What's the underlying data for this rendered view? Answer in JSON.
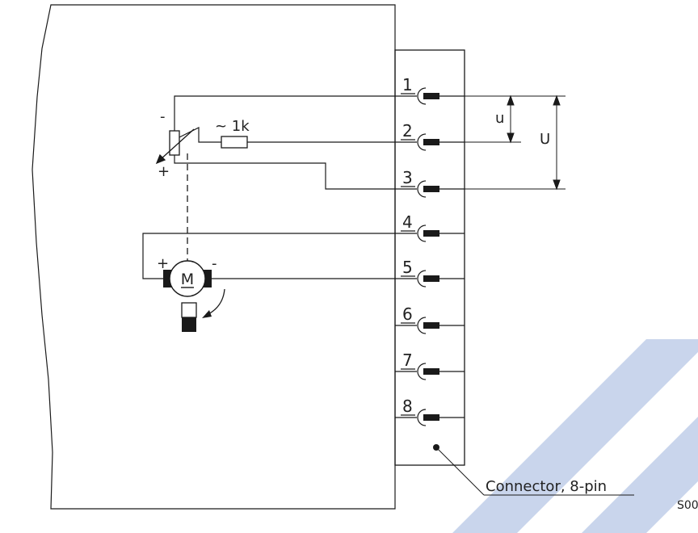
{
  "pins": [
    "1",
    "2",
    "3",
    "4",
    "5",
    "6",
    "7",
    "8"
  ],
  "labels": {
    "resistor": "~ 1k",
    "pot_minus": "-",
    "pot_plus": "+",
    "motor": "M",
    "motor_plus": "+",
    "motor_minus": "-",
    "voltage_small": "u",
    "voltage_large": "U",
    "connector": "Connector, 8-pin",
    "code": "S00"
  },
  "colors": {
    "line": "#1a1a1a",
    "watermark": "#c9d5ec"
  }
}
